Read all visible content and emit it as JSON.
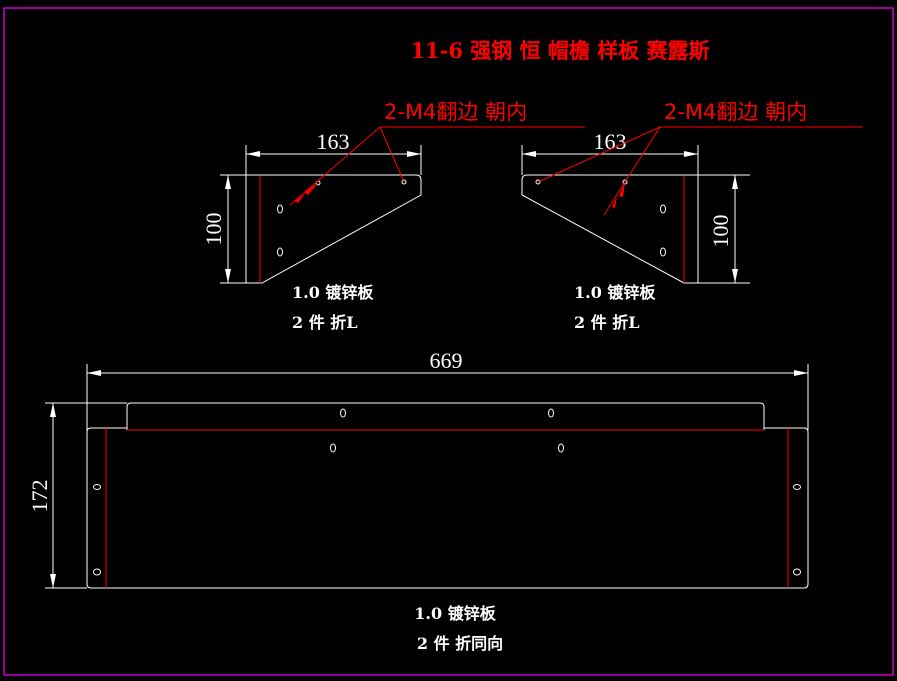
{
  "title": "11-6 强钢 恒 帽檐 样板 赛露斯",
  "colors": {
    "background": "#000000",
    "frame": "#cc00cc",
    "geometry": "#ffffff",
    "annotation": "#ff0000"
  },
  "left_bracket": {
    "width_dim": "163",
    "height_dim": "100",
    "note": "2-M4翻边 朝内",
    "material": "1.0 镀锌板",
    "qty": "2 件 折L"
  },
  "right_bracket": {
    "width_dim": "163",
    "height_dim": "100",
    "note": "2-M4翻边 朝内",
    "material": "1.0 镀锌板",
    "qty": "2 件 折L"
  },
  "panel": {
    "width_dim": "669",
    "height_dim": "172",
    "material": "1.0 镀锌板",
    "qty": "2 件 折同向"
  }
}
